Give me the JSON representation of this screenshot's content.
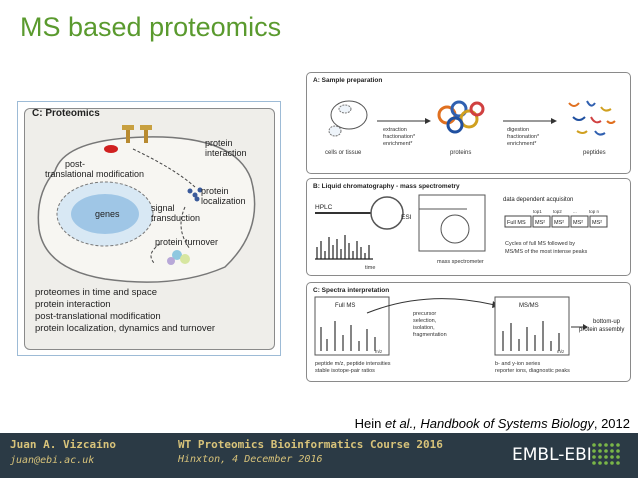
{
  "slide": {
    "title": "MS based proteomics",
    "citation_prefix": "Hein ",
    "citation_italic": "et al., Handbook of Systems Biology",
    "citation_suffix": ", 2012"
  },
  "left_figure": {
    "panel_title": "C: Proteomics",
    "labels": {
      "protein_interaction_1": "protein",
      "protein_interaction_2": "interaction",
      "ptm_1": "post-",
      "ptm_2": "translational modification",
      "genes": "genes",
      "localization_1": "protein",
      "localization_2": "localization",
      "signal_1": "signal",
      "signal_2": "transduction",
      "turnover": "protein turnover"
    },
    "summary_lines": [
      "proteomes in time and space",
      "protein interaction",
      "post-translational modification",
      "protein localization, dynamics and turnover"
    ]
  },
  "right_figure": {
    "panel_a": {
      "title": "A: Sample preparation",
      "cells_label": "cells or tissue",
      "arrow1_1": "extraction",
      "arrow1_2": "fractionation*",
      "arrow1_3": "enrichment*",
      "proteins_label": "proteins",
      "arrow2_1": "digestion",
      "arrow2_2": "fractionation*",
      "arrow2_3": "enrichment*",
      "peptides_label": "peptides"
    },
    "panel_b": {
      "title": "B: Liquid chromatography - mass spectrometry",
      "hplc": "HPLC",
      "esi": "ESI",
      "time": "time",
      "spectrometer": "mass spectrometer",
      "dda": "data dependent acquisiton",
      "top1": "top1",
      "top2": "top2",
      "dots": "...",
      "topn": "top n",
      "fullms": "Full MS",
      "ms2": "MS²",
      "cycles_1": "Cycles of full MS followed by",
      "cycles_2": "MS/MS of the most intense peaks"
    },
    "panel_c": {
      "title": "C: Spectra interpretation",
      "fullms": "Full MS",
      "mz1": "m/z",
      "precursor_1": "precursor",
      "precursor_2": "selection,",
      "precursor_3": "isolation,",
      "precursor_4": "fragmentation",
      "msms": "MS/MS",
      "mz2": "m/z",
      "bottomup_1": "bottom-up",
      "bottomup_2": "protein assembly",
      "left_caption_1": "peptide m/z, peptide intensities",
      "left_caption_2": "stable isotope-pair ratios",
      "right_caption_1": "b- and y-ion series",
      "right_caption_2": "reporter ions, diagnostic peaks"
    }
  },
  "footer": {
    "name": "Juan A. Vizcaíno",
    "email": "juan@ebi.ac.uk",
    "course": "WT Proteomics Bioinformatics Course 2016",
    "place": "Hinxton, 4 December 2016",
    "logo": "EMBL-EBI"
  },
  "colors": {
    "title_green": "#5a9a2e",
    "footer_bg": "#2b3a45",
    "footer_text": "#d8c37a"
  }
}
